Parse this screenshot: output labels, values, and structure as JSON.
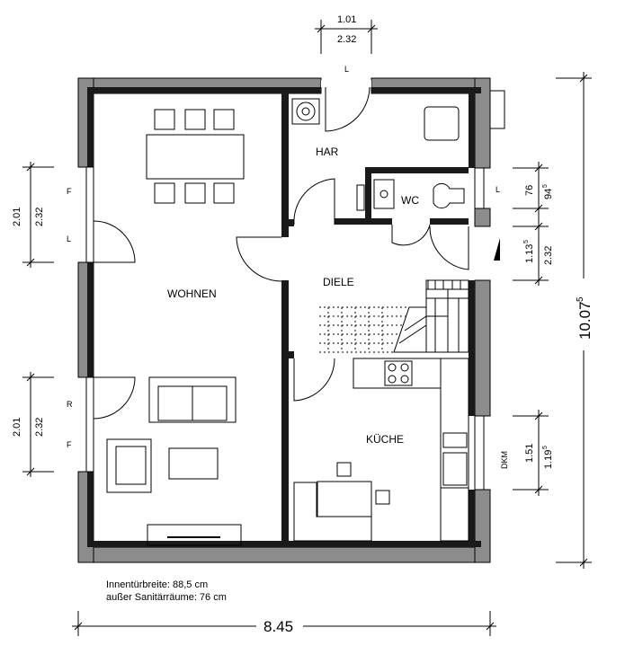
{
  "rooms": {
    "har": "HAR",
    "wc": "WC",
    "wohnen": "WOHNEN",
    "diele": "DIELE",
    "kueche": "KÜCHE"
  },
  "dimensions": {
    "top_door_upper": "1.01",
    "top_door_lower": "2.32",
    "left_window1_outer": "2.01",
    "left_window1_inner": "2.32",
    "left_window2_outer": "2.01",
    "left_window2_inner": "2.32",
    "right_wc_a": "76",
    "right_wc_b": "94",
    "right_wc_b_sup": "5",
    "right_mid_a": "1.13",
    "right_mid_a_sup": "5",
    "right_mid_b": "2.32",
    "right_kitchen_a": "1.51",
    "right_kitchen_b": "1.19",
    "right_kitchen_b_sup": "5",
    "total_height": "10.07",
    "total_height_sup": "5",
    "total_width": "8.45"
  },
  "window_marks": {
    "top": "L",
    "left1_top": "F",
    "left1_bottom": "L",
    "left2_top": "R",
    "left2_bottom": "F",
    "right_wc": "L",
    "right_kitchen": "DKM"
  },
  "notes": {
    "line1": "Innentürbreite: 88,5 cm",
    "line2": "außer Sanitärräume: 76 cm"
  }
}
